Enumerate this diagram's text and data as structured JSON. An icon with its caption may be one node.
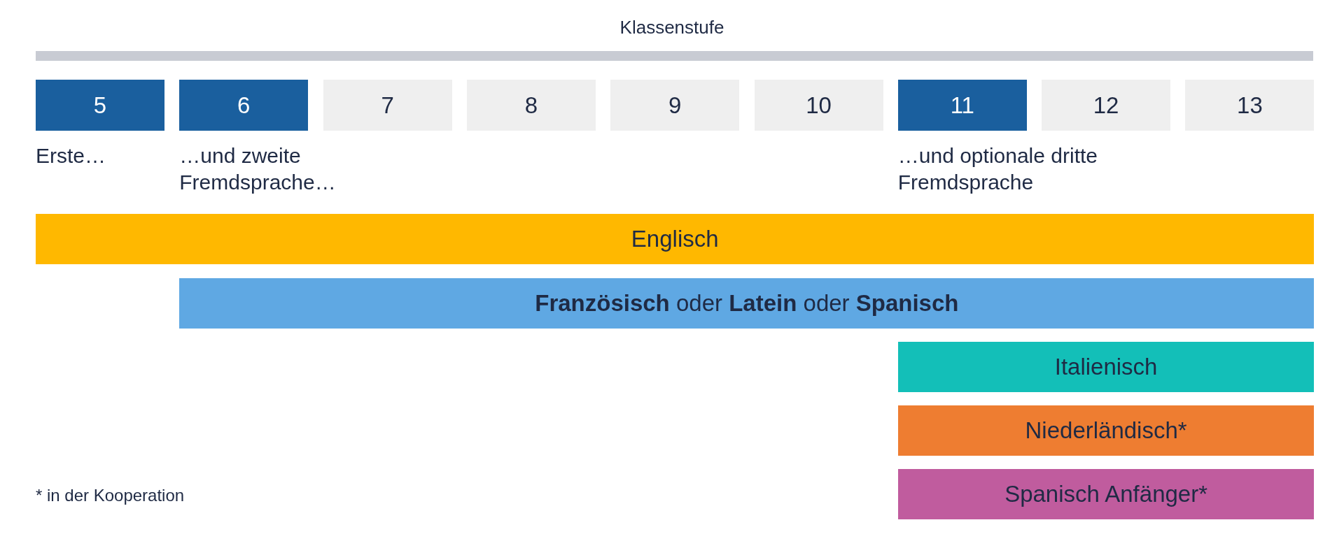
{
  "diagram": {
    "title": "Klassenstufe",
    "nodes": [
      {
        "text": [
          "5"
        ]
      },
      {
        "text": [
          "6"
        ]
      },
      {
        "text": [
          "7"
        ]
      },
      {
        "text": [
          "8"
        ]
      },
      {
        "text": [
          "9"
        ]
      },
      {
        "text": [
          "10"
        ]
      },
      {
        "text": [
          "11"
        ]
      },
      {
        "text": [
          "12"
        ]
      },
      {
        "text": [
          "13"
        ]
      },
      {
        "text": [
          "Englisch"
        ]
      },
      {
        "text": [
          "**Französisch** oder **Latein** oder **Spanisch**"
        ]
      },
      {
        "text": [
          "Italienisch"
        ]
      },
      {
        "text": [
          "Niederländisch*"
        ]
      },
      {
        "text": [
          "Spanisch Anfänger*"
        ]
      }
    ],
    "labels": [
      "Erste…",
      "…und zweite Fremdsprache…",
      "…und optionale dritte Fremdsprache",
      "* in der Kooperation"
    ]
  }
}
